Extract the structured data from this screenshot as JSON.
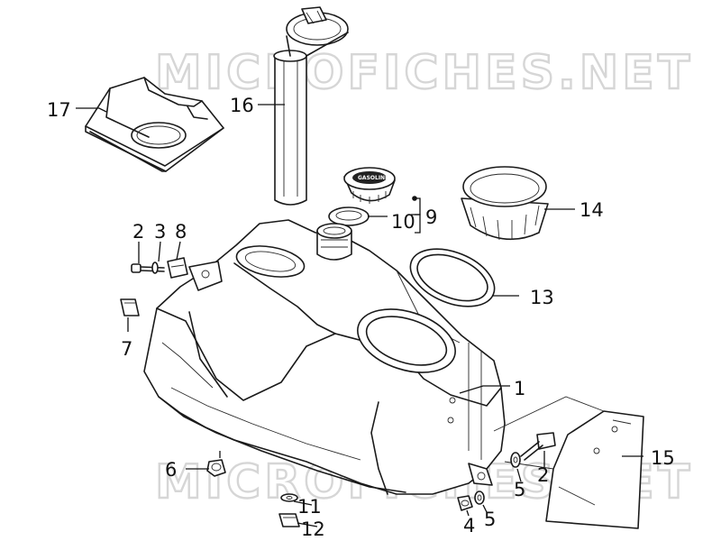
{
  "watermark": {
    "text": "MICROFICHES.NET"
  },
  "cap_logo": {
    "text": "GASOLINE"
  },
  "callouts": [
    {
      "id": "c1",
      "label": "1"
    },
    {
      "id": "c2a",
      "label": "2"
    },
    {
      "id": "c3",
      "label": "3"
    },
    {
      "id": "c8",
      "label": "8"
    },
    {
      "id": "c7",
      "label": "7"
    },
    {
      "id": "c6",
      "label": "6"
    },
    {
      "id": "c11",
      "label": "11"
    },
    {
      "id": "c12",
      "label": "12"
    },
    {
      "id": "c4",
      "label": "4"
    },
    {
      "id": "c5a",
      "label": "5"
    },
    {
      "id": "c5b",
      "label": "5"
    },
    {
      "id": "c2b",
      "label": "2"
    },
    {
      "id": "c15",
      "label": "15"
    },
    {
      "id": "c13",
      "label": "13"
    },
    {
      "id": "c14",
      "label": "14"
    },
    {
      "id": "c9",
      "label": "9"
    },
    {
      "id": "c10",
      "label": "10"
    },
    {
      "id": "c16",
      "label": "16"
    },
    {
      "id": "c17",
      "label": "17"
    }
  ]
}
